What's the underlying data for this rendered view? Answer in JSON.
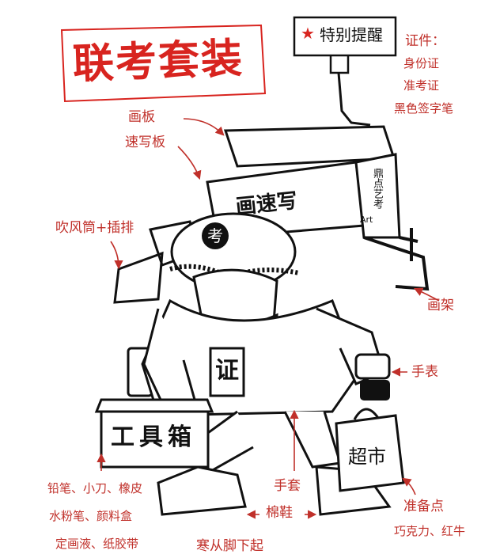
{
  "title": "联考套装",
  "notice": {
    "star": "★",
    "label": "特别提醒"
  },
  "labels": {
    "id_docs": "证件：",
    "id_card": "身份证",
    "admission": "准考证",
    "black_pen": "黑色签字笔",
    "board": "画板",
    "sketch_board": "速写板",
    "blower": "吹风筒+插排",
    "easel": "画架",
    "watch": "手表",
    "gloves": "手套",
    "cotton_shoes": "棉鞋",
    "cold_feet": "寒从脚下起",
    "prepare": "准备点",
    "chocolate": "巧克力、红牛",
    "stationery_1": "铅笔、小刀、橡皮",
    "stationery_2": "水粉笔、颜料盒",
    "stationery_3": "定画液、纸胶带"
  },
  "figure_text": {
    "hat_badge": "考",
    "id_badge": "证",
    "toolbox": "工具箱",
    "shopping_bag": "超市",
    "sketchbook": "画速写",
    "board_side": "鼎点艺考",
    "board_side_small": "Art"
  },
  "colors": {
    "accent": "#d8241f",
    "ink": "#111111",
    "annotation": "#c0302a"
  }
}
